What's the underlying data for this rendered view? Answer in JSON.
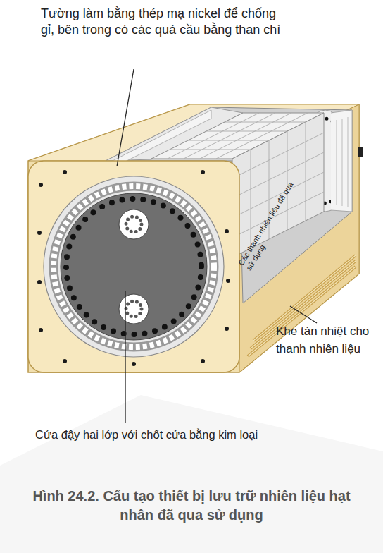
{
  "diagram": {
    "caption": "Hình 24.2. Cấu tạo thiết bị lưu trữ nhiên liệu hạt nhân đã qua sử dụng",
    "labels": [
      "Tường làm bằng thép mạ nickel để chống gỉ, bên trong có các quả cầu bằng than chì",
      "Các thanh nhiên liệu đã qua sử dụng",
      "Khe tản nhiệt cho thanh nhiên liệu",
      "Cửa đậy hai lớp với chốt cửa bằng kim loại"
    ]
  }
}
